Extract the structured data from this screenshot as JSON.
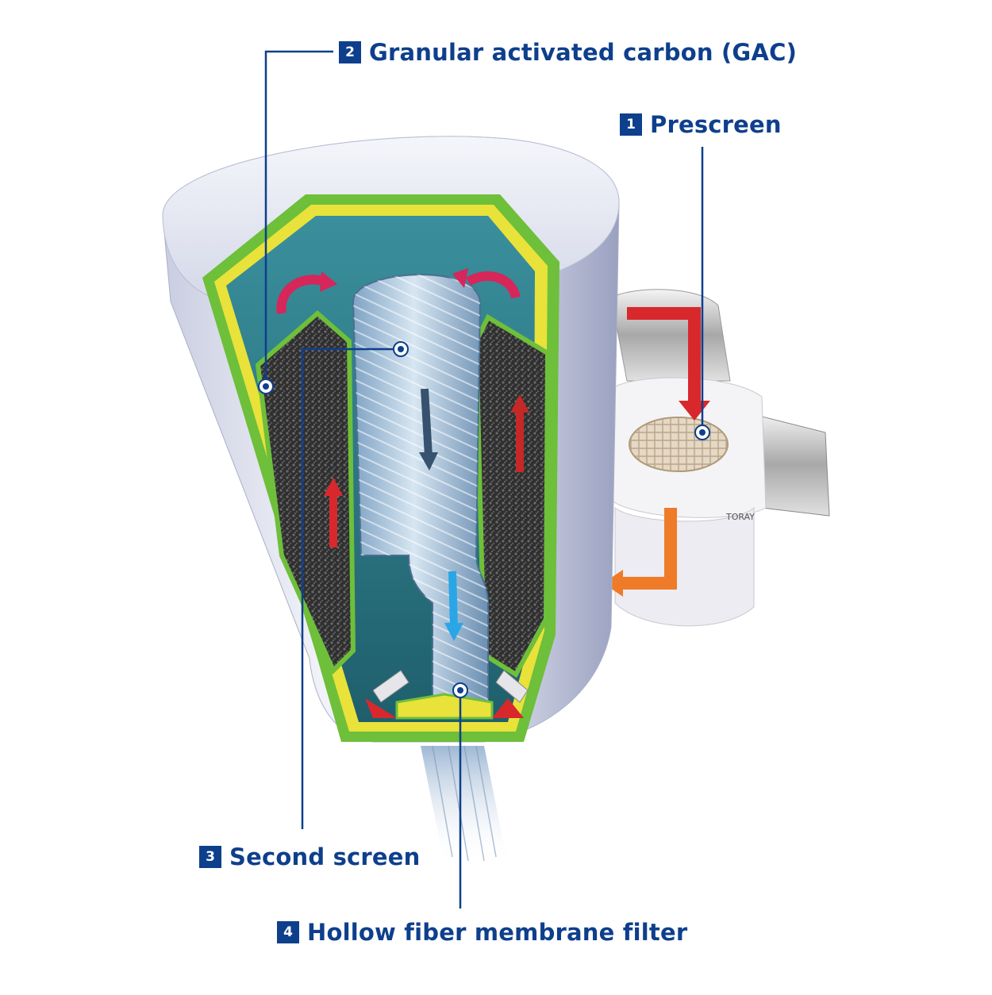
{
  "labels": [
    {
      "id": "1",
      "number": "1",
      "text": "Prescreen"
    },
    {
      "id": "2",
      "number": "2",
      "text": "Granular activated carbon (GAC)"
    },
    {
      "id": "3",
      "number": "3",
      "text": "Second screen"
    },
    {
      "id": "4",
      "number": "4",
      "text": "Hollow fiber membrane filter"
    }
  ],
  "logo_text": "TORAY",
  "colors": {
    "label_blue": "#0e3f8c",
    "leader_line": "#0e3f8c",
    "housing": "#e3e6f2",
    "green_edge": "#6ebf3a",
    "yellow_edge": "#e8e23a",
    "carbon": "#3a3a3a",
    "membrane": "#a8c6de",
    "flow_red": "#d8282c",
    "flow_blue": "#2aa6e6",
    "flow_orange": "#ef7a28"
  }
}
